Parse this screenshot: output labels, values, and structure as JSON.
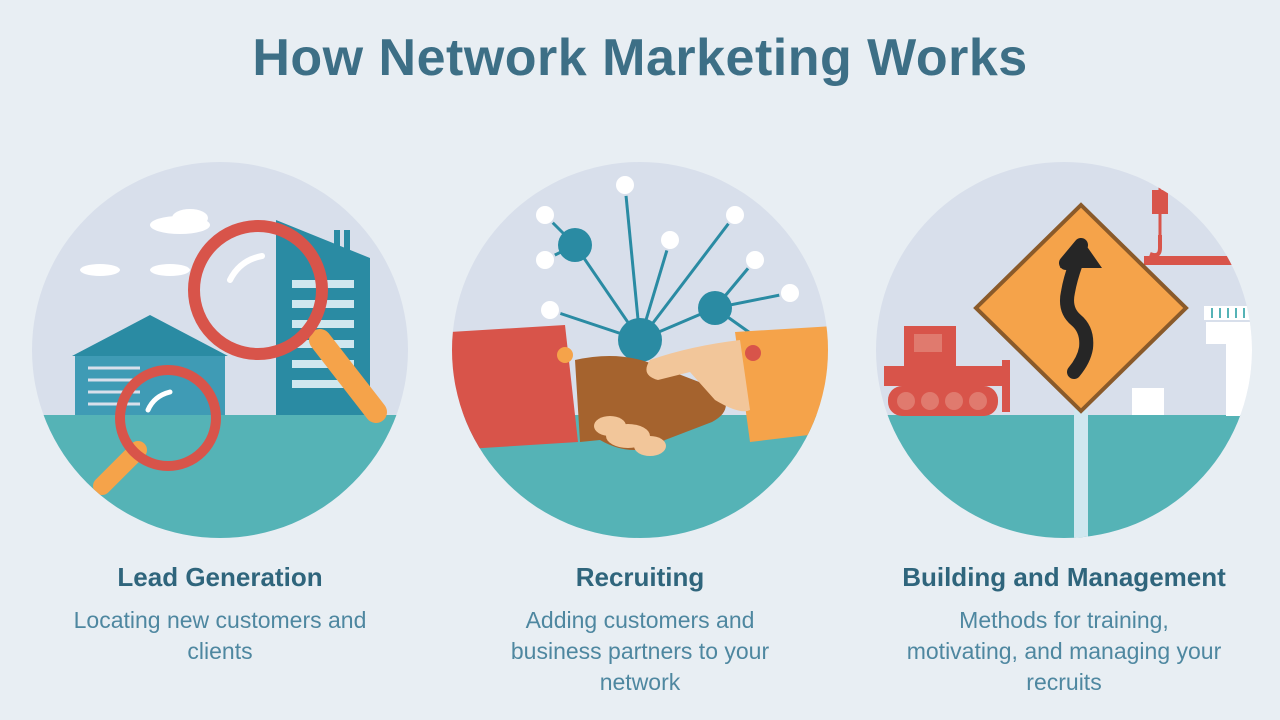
{
  "title": "How Network Marketing Works",
  "steps": [
    {
      "heading": "Lead Generation",
      "description": "Locating new customers and clients",
      "illustration": "magnifier-city"
    },
    {
      "heading": "Recruiting",
      "description": "Adding customers and business partners to your network",
      "illustration": "handshake-network"
    },
    {
      "heading": "Building and Management",
      "description": "Methods for training, motivating, and managing your recruits",
      "illustration": "road-sign-construction"
    }
  ],
  "colors": {
    "title": "#3d6f86",
    "circle_sky": "#d8dfeb",
    "ground": "#55b3b6",
    "accent_red": "#d8544a",
    "accent_orange": "#f5a34a",
    "teal": "#2a8ba3"
  }
}
